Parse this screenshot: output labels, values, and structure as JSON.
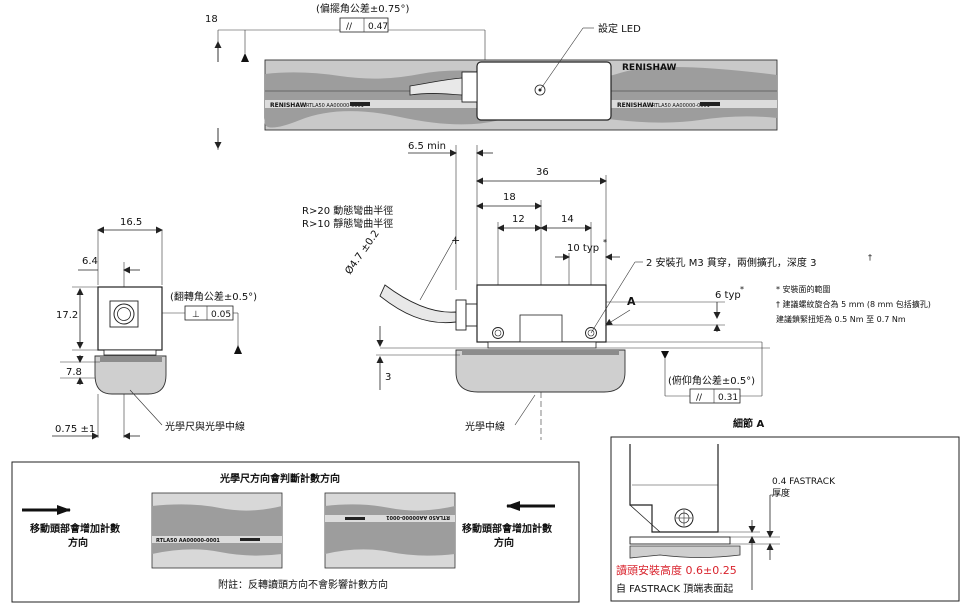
{
  "top_view": {
    "dim_left": "18",
    "yaw_label": "(偏擺角公差±0.75°)",
    "yaw_symbol": "//",
    "yaw_value": "0.47",
    "led_label": "設定 LED",
    "brand": "RENISHAW",
    "scale_marking": "RTLA50 AA00000-0001"
  },
  "end_view": {
    "dim_width": "16.5",
    "dim_offset": "6.4",
    "dim_height": "17.2",
    "dim_base": "7.8",
    "dim_clearance": "0.75 ±1",
    "roll_label": "(翻轉角公差±0.5°)",
    "roll_symbol": "⊥",
    "roll_value": "0.05",
    "centerline_label": "光學尺與光學中線"
  },
  "side_view": {
    "dim_min": "6.5 min",
    "dim_total": "36",
    "dim_18": "18",
    "dim_12": "12",
    "dim_14": "14",
    "dim_10typ": "10 typ",
    "dim_6typ": "6 typ",
    "dim_3": "3",
    "bend_dynamic": "R>20 動態彎曲半徑",
    "bend_static": "R>10 靜態彎曲半徑",
    "cable_dia": "Ø4.7 ±0.2",
    "mount_holes": "2 安裝孔 M3 貫穿，兩側擴孔，深度 3",
    "note_a": "A",
    "pitch_label": "(俯仰角公差±0.5°)",
    "pitch_symbol": "//",
    "pitch_value": "0.31",
    "optical_centerline": "光學中線",
    "note_1": "* 安裝面的範圍",
    "note_2": "† 建議螺紋旋合為 5 mm (8 mm 包括擴孔)",
    "note_3": "建議鎖緊扭矩為 0.5 Nm 至 0.7 Nm"
  },
  "detail_a": {
    "title": "細節 A",
    "fastrack_1": "0.4 FASTRACK",
    "fastrack_2": "厚度",
    "height_label": "讀頭安裝高度 0.6±0.25",
    "from_label": "自 FASTRACK 頂端表面起"
  },
  "direction_panel": {
    "title": "光學尺方向會判斷計數方向",
    "left_text_1": "移動頭部會增加計數",
    "left_text_2": "方向",
    "right_text_1": "移動頭部會增加計數",
    "right_text_2": "方向",
    "footnote": "附註：反轉讀頭方向不會影響計數方向",
    "scale_marking": "RTLA50 AA00000-0001"
  },
  "colors": {
    "accent_red": "#d9232d",
    "scale_grey": "#d4d4d4",
    "dark_band": "#8c8c8c"
  }
}
